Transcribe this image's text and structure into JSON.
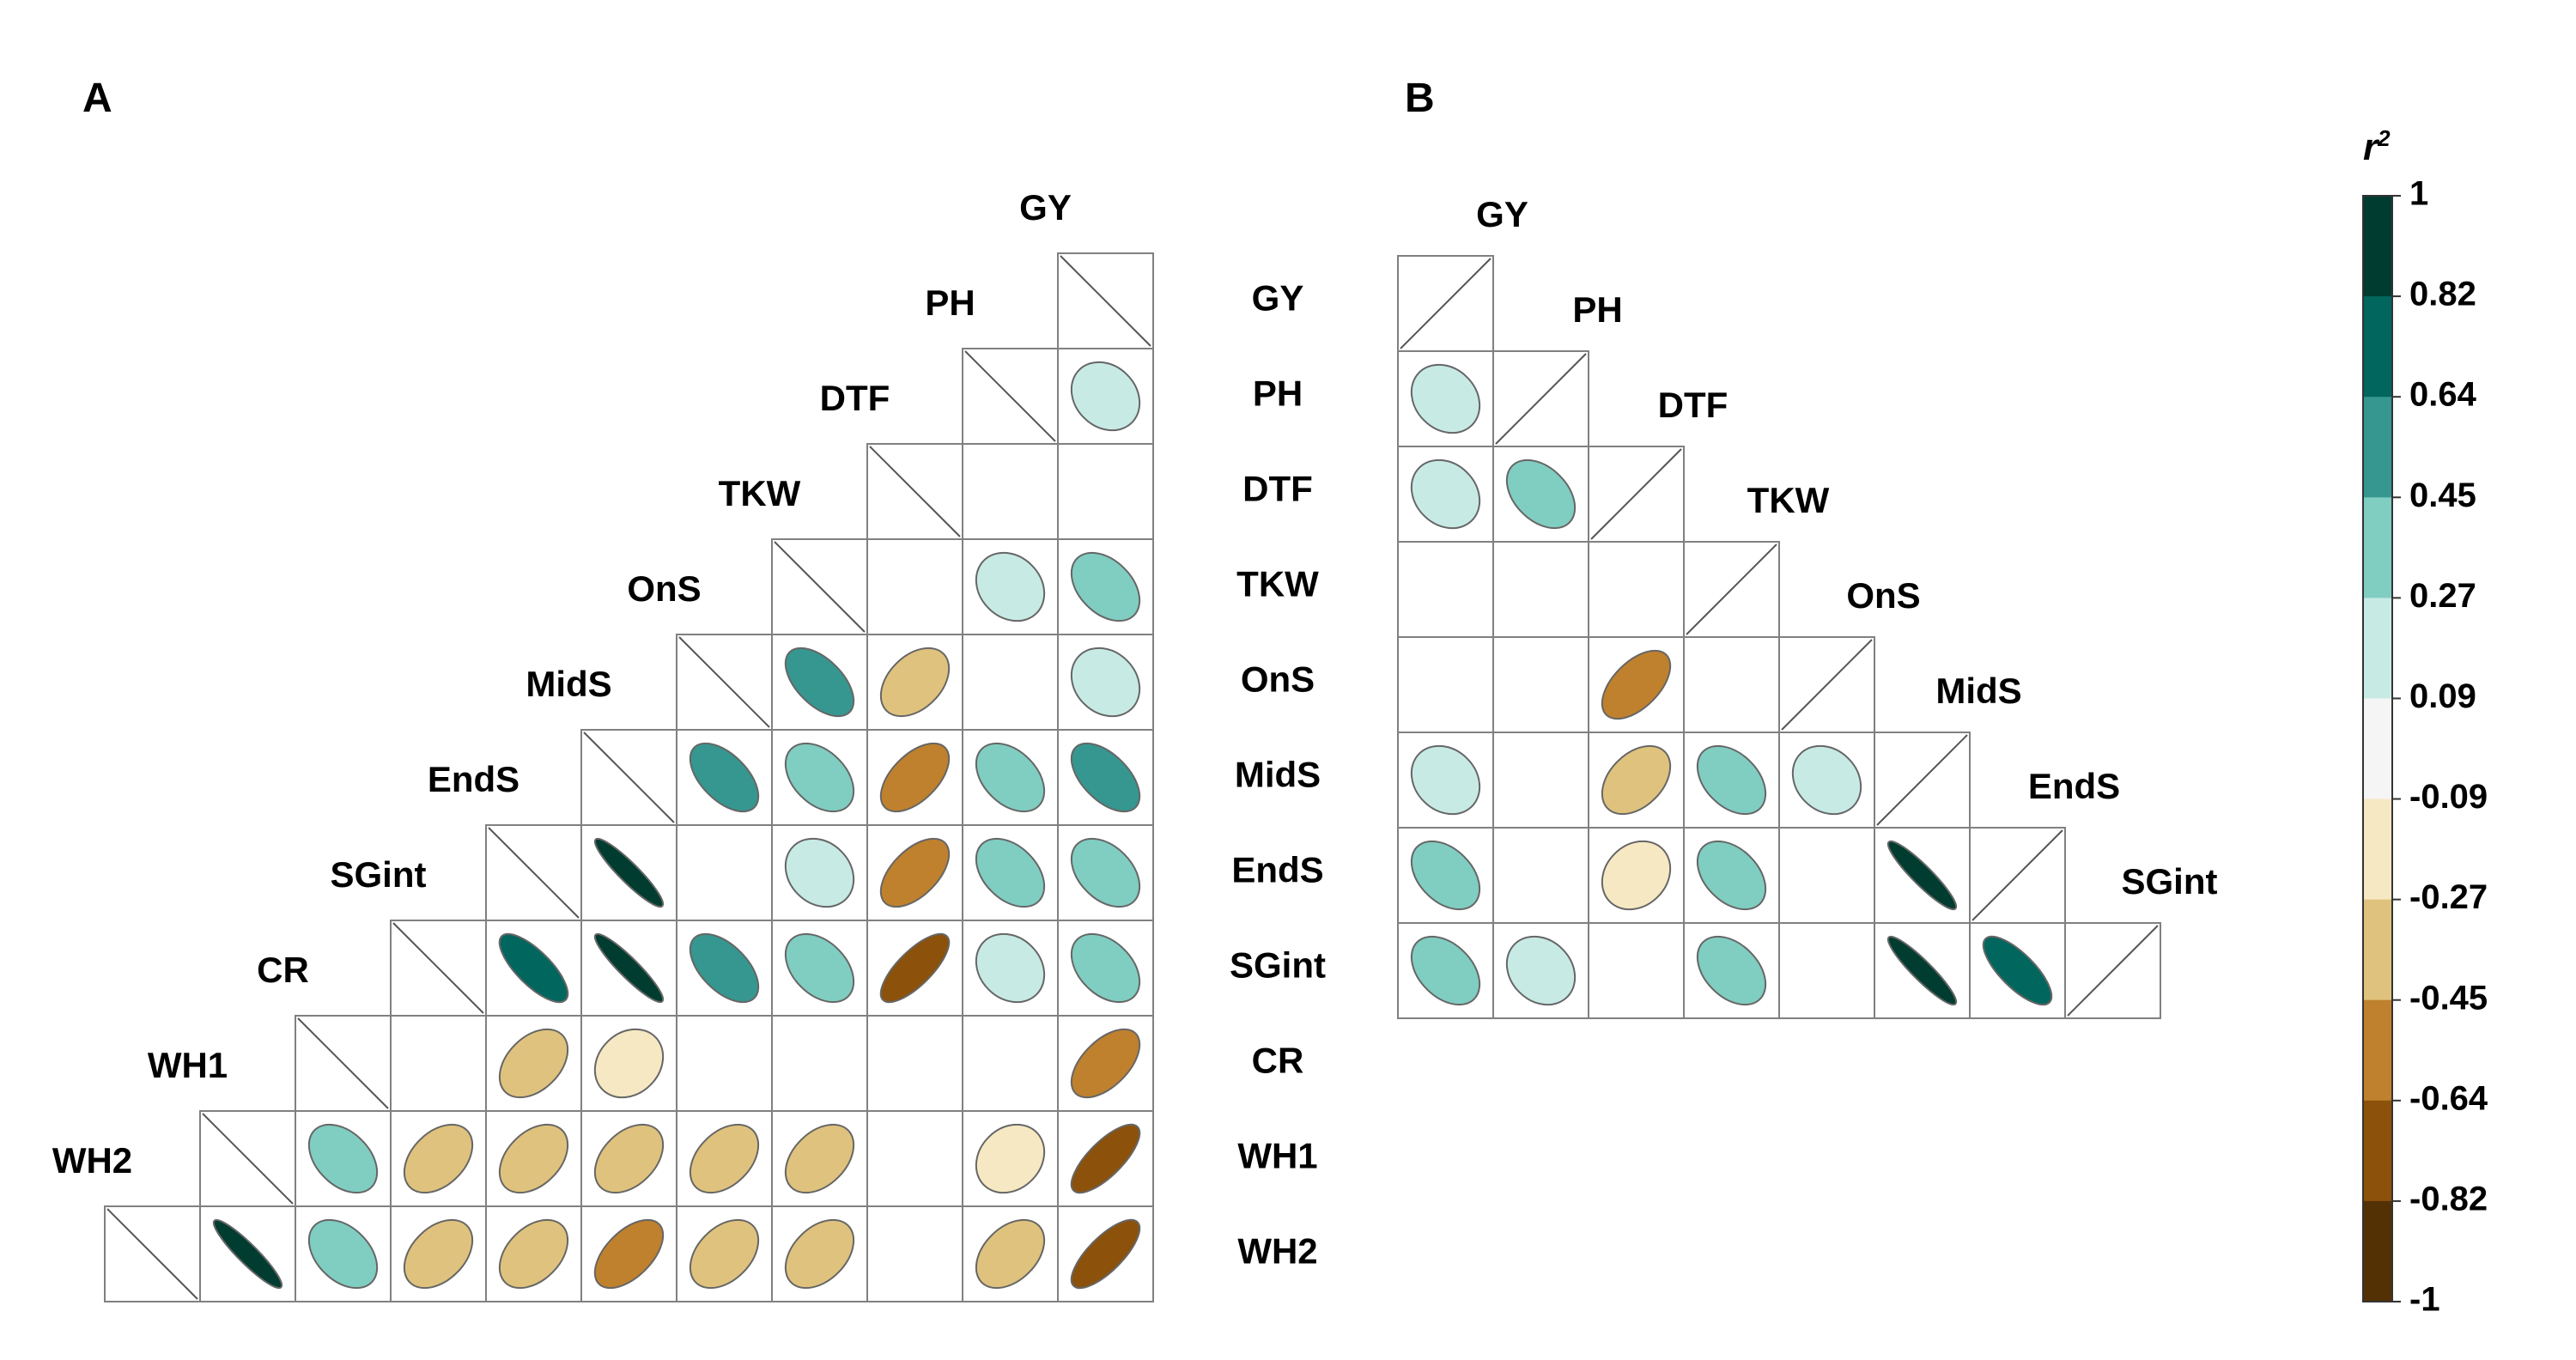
{
  "colors": {
    "scale": [
      "#543005",
      "#8c510a",
      "#bf812d",
      "#dfc27d",
      "#f6e8c3",
      "#f5f5f5",
      "#c7eae5",
      "#80cdc1",
      "#35978f",
      "#01665e",
      "#003c30"
    ],
    "cell_border": "#808080",
    "ellipse_stroke": "#666666",
    "diagonal": "#555555"
  },
  "chart_data": [
    {
      "type": "heatmap",
      "panel": "A",
      "variables": [
        "GY",
        "PH",
        "DTF",
        "TKW",
        "OnS",
        "MidS",
        "EndS",
        "SGint",
        "CR",
        "WH1",
        "WH2"
      ],
      "cells": [
        {
          "row": "PH",
          "col": "GY",
          "value": 0.2
        },
        {
          "row": "TKW",
          "col": "PH",
          "value": 0.2
        },
        {
          "row": "TKW",
          "col": "GY",
          "value": 0.4
        },
        {
          "row": "OnS",
          "col": "TKW",
          "value": 0.55
        },
        {
          "row": "OnS",
          "col": "DTF",
          "value": -0.4
        },
        {
          "row": "OnS",
          "col": "GY",
          "value": 0.2
        },
        {
          "row": "MidS",
          "col": "OnS",
          "value": 0.55
        },
        {
          "row": "MidS",
          "col": "TKW",
          "value": 0.4
        },
        {
          "row": "MidS",
          "col": "DTF",
          "value": -0.55
        },
        {
          "row": "MidS",
          "col": "PH",
          "value": 0.4
        },
        {
          "row": "MidS",
          "col": "GY",
          "value": 0.55
        },
        {
          "row": "EndS",
          "col": "MidS",
          "value": 0.92
        },
        {
          "row": "EndS",
          "col": "TKW",
          "value": 0.2
        },
        {
          "row": "EndS",
          "col": "DTF",
          "value": -0.55
        },
        {
          "row": "EndS",
          "col": "PH",
          "value": 0.4
        },
        {
          "row": "EndS",
          "col": "GY",
          "value": 0.4
        },
        {
          "row": "SGint",
          "col": "EndS",
          "value": 0.75
        },
        {
          "row": "SGint",
          "col": "MidS",
          "value": 0.92
        },
        {
          "row": "SGint",
          "col": "OnS",
          "value": 0.55
        },
        {
          "row": "SGint",
          "col": "TKW",
          "value": 0.4
        },
        {
          "row": "SGint",
          "col": "DTF",
          "value": -0.75
        },
        {
          "row": "SGint",
          "col": "PH",
          "value": 0.2
        },
        {
          "row": "SGint",
          "col": "GY",
          "value": 0.4
        },
        {
          "row": "CR",
          "col": "EndS",
          "value": -0.4
        },
        {
          "row": "CR",
          "col": "MidS",
          "value": -0.2
        },
        {
          "row": "CR",
          "col": "GY",
          "value": -0.55
        },
        {
          "row": "WH1",
          "col": "CR",
          "value": 0.4
        },
        {
          "row": "WH1",
          "col": "SGint",
          "value": -0.4
        },
        {
          "row": "WH1",
          "col": "EndS",
          "value": -0.4
        },
        {
          "row": "WH1",
          "col": "MidS",
          "value": -0.4
        },
        {
          "row": "WH1",
          "col": "OnS",
          "value": -0.4
        },
        {
          "row": "WH1",
          "col": "TKW",
          "value": -0.4
        },
        {
          "row": "WH1",
          "col": "PH",
          "value": -0.2
        },
        {
          "row": "WH1",
          "col": "GY",
          "value": -0.75
        },
        {
          "row": "WH2",
          "col": "WH1",
          "value": 0.92
        },
        {
          "row": "WH2",
          "col": "CR",
          "value": 0.4
        },
        {
          "row": "WH2",
          "col": "SGint",
          "value": -0.4
        },
        {
          "row": "WH2",
          "col": "EndS",
          "value": -0.4
        },
        {
          "row": "WH2",
          "col": "MidS",
          "value": -0.55
        },
        {
          "row": "WH2",
          "col": "OnS",
          "value": -0.4
        },
        {
          "row": "WH2",
          "col": "TKW",
          "value": -0.4
        },
        {
          "row": "WH2",
          "col": "PH",
          "value": -0.4
        },
        {
          "row": "WH2",
          "col": "GY",
          "value": -0.75
        }
      ]
    },
    {
      "type": "heatmap",
      "panel": "B",
      "variables": [
        "GY",
        "PH",
        "DTF",
        "TKW",
        "OnS",
        "MidS",
        "EndS",
        "SGint"
      ],
      "cells": [
        {
          "row": "PH",
          "col": "GY",
          "value": 0.2
        },
        {
          "row": "DTF",
          "col": "GY",
          "value": 0.2
        },
        {
          "row": "DTF",
          "col": "PH",
          "value": 0.4
        },
        {
          "row": "OnS",
          "col": "DTF",
          "value": -0.55
        },
        {
          "row": "MidS",
          "col": "GY",
          "value": 0.2
        },
        {
          "row": "MidS",
          "col": "DTF",
          "value": -0.4
        },
        {
          "row": "MidS",
          "col": "TKW",
          "value": 0.4
        },
        {
          "row": "MidS",
          "col": "OnS",
          "value": 0.2
        },
        {
          "row": "EndS",
          "col": "GY",
          "value": 0.4
        },
        {
          "row": "EndS",
          "col": "DTF",
          "value": -0.2
        },
        {
          "row": "EndS",
          "col": "TKW",
          "value": 0.4
        },
        {
          "row": "EndS",
          "col": "MidS",
          "value": 0.92
        },
        {
          "row": "SGint",
          "col": "GY",
          "value": 0.4
        },
        {
          "row": "SGint",
          "col": "PH",
          "value": 0.2
        },
        {
          "row": "SGint",
          "col": "TKW",
          "value": 0.4
        },
        {
          "row": "SGint",
          "col": "MidS",
          "value": 0.92
        },
        {
          "row": "SGint",
          "col": "EndS",
          "value": 0.75
        }
      ]
    }
  ],
  "panel_labels": {
    "a": "A",
    "b": "B"
  },
  "legend": {
    "title": "r",
    "title_superscript": "2",
    "ticks": [
      "1",
      "0.82",
      "0.64",
      "0.45",
      "0.27",
      "0.09",
      "-0.09",
      "-0.27",
      "-0.45",
      "-0.64",
      "-0.82",
      "-1"
    ]
  }
}
